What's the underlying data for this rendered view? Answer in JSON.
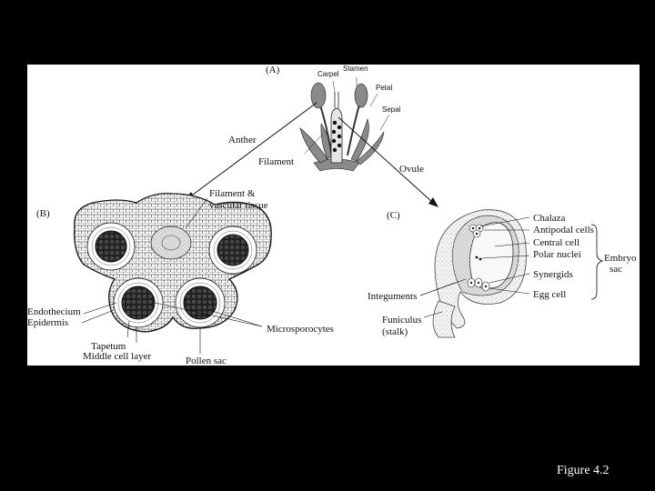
{
  "panels": {
    "a": "(A)",
    "b": "(B)",
    "c": "(C)"
  },
  "flower_labels": {
    "carpel": "Carpel",
    "stamen": "Stamen",
    "petal": "Petal",
    "sepal": "Sepal"
  },
  "arrow_labels": {
    "anther": "Anther",
    "filament": "Filament",
    "ovule": "Ovule"
  },
  "anther_labels": {
    "filament_vascular_1": "Filament &",
    "filament_vascular_2": "vascular tissue",
    "endothecium": "Endothecium",
    "epidermis": "Epidermis",
    "tapetum": "Tapetum",
    "middle_cell_layer": "Middle cell layer",
    "pollen_sac": "Pollen sac",
    "microsporocytes": "Microsporocytes"
  },
  "ovule_labels": {
    "chalaza": "Chalaza",
    "antipodal_cells": "Antipodal cells",
    "central_cell": "Central cell",
    "polar_nuclei": "Polar nuclei",
    "synergids": "Synergids",
    "egg_cell": "Egg cell",
    "integuments": "Integuments",
    "funiculus": "Funiculus",
    "stalk": "(stalk)",
    "embryo_sac_1": "Embryo",
    "embryo_sac_2": "sac"
  },
  "caption": "Figure 4.2",
  "colors": {
    "background": "#000000",
    "panel": "#ffffff",
    "ink": "#111111",
    "flower_gray": "#8a8a8a"
  }
}
